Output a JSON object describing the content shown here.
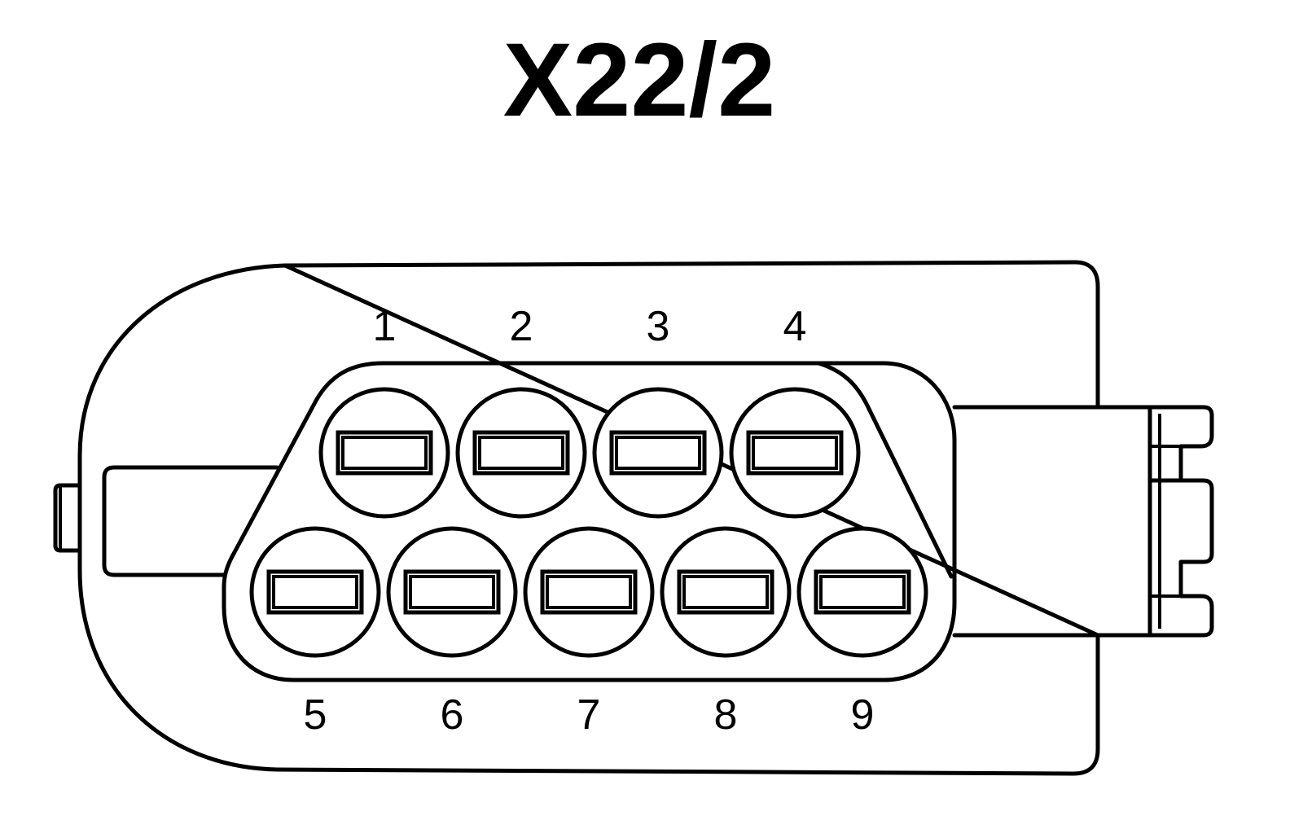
{
  "connector": {
    "title": "X22/2",
    "pins": [
      {
        "label": "1",
        "row": "top",
        "index": 0
      },
      {
        "label": "2",
        "row": "top",
        "index": 1
      },
      {
        "label": "3",
        "row": "top",
        "index": 2
      },
      {
        "label": "4",
        "row": "top",
        "index": 3
      },
      {
        "label": "5",
        "row": "bottom",
        "index": 0
      },
      {
        "label": "6",
        "row": "bottom",
        "index": 1
      },
      {
        "label": "7",
        "row": "bottom",
        "index": 2
      },
      {
        "label": "8",
        "row": "bottom",
        "index": 3
      },
      {
        "label": "9",
        "row": "bottom",
        "index": 4
      }
    ]
  },
  "colors": {
    "line": "#000000",
    "background": "#ffffff"
  }
}
